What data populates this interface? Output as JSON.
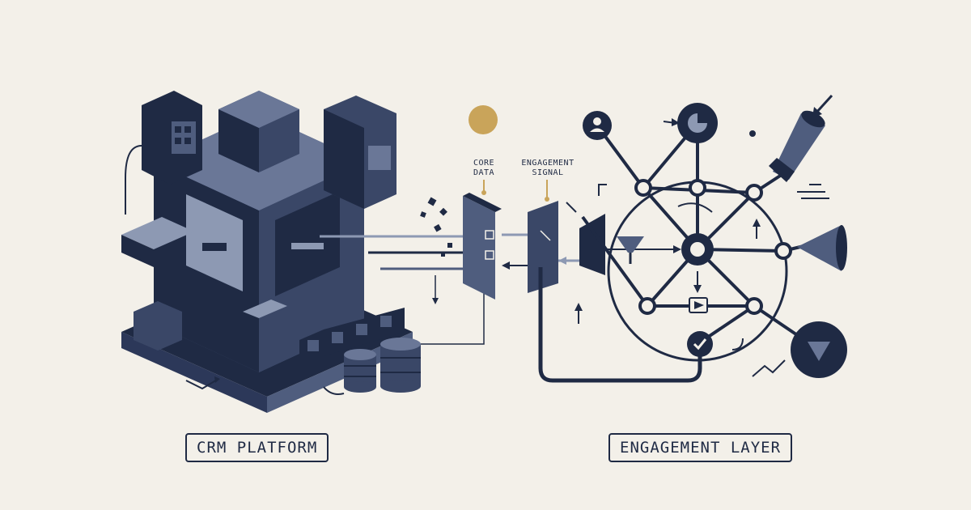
{
  "labels": {
    "crm_platform": "CRM PLATFORM",
    "engagement_layer": "ENGAGEMENT LAYER",
    "core_data_line1": "CORE",
    "core_data_line2": "DATA",
    "engagement_signal_line1": "ENGAGEMENT",
    "engagement_signal_line2": "SIGNAL"
  },
  "colors": {
    "background": "#f3f0e9",
    "navy": "#1f2a44",
    "slate": "#4f5d7e",
    "light_slate": "#8d99b3",
    "accent_gold": "#c9a45a"
  },
  "icons": [
    "database-icon",
    "user-icon",
    "pie-chart-icon",
    "funnel-icon",
    "megaphone-icon",
    "check-icon",
    "play-icon",
    "triangle-down-icon"
  ]
}
